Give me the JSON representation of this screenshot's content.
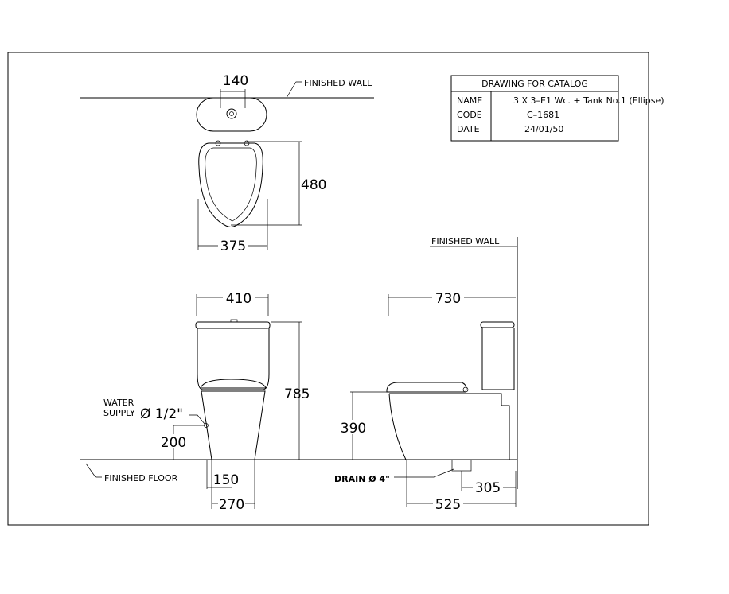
{
  "title_block": {
    "header": "DRAWING FOR CATALOG",
    "rows": [
      {
        "label": "NAME",
        "value": "3 X 3–E1  Wc. + Tank No.1 (Ellipse)"
      },
      {
        "label": "CODE",
        "value": "C–1681"
      },
      {
        "label": "DATE",
        "value": "24/01/50"
      }
    ]
  },
  "top_view": {
    "finished_wall": "FINISHED WALL",
    "dim_supply_width": "140",
    "dim_seat_length": "480",
    "dim_seat_width": "375"
  },
  "front_view": {
    "dim_tank_width": "410",
    "dim_total_height": "785",
    "water_supply_line1": "WATER",
    "water_supply_line2": "SUPPLY",
    "water_supply_size": "Ø 1/2\"",
    "dim_supply_height": "200",
    "finished_floor": "FINISHED FLOOR",
    "dim_supply_offset": "150",
    "dim_base_width": "270"
  },
  "side_view": {
    "finished_wall": "FINISHED WALL",
    "dim_total_depth": "730",
    "dim_seat_height": "390",
    "drain_label": "DRAIN Ø 4\"",
    "dim_rough_in": "305",
    "dim_base_depth": "525"
  }
}
